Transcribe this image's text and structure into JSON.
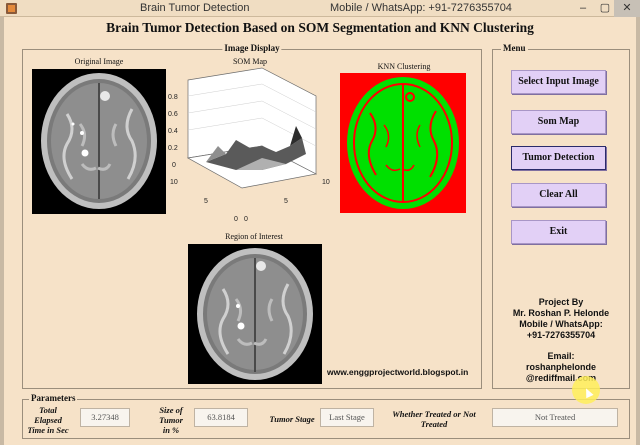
{
  "window": {
    "title": "Brain Tumor Detection",
    "caption": "Mobile / WhatsApp: +91-7276355704",
    "controls": {
      "minimize": "–",
      "maximize": "▢",
      "close": "✕"
    }
  },
  "header": {
    "title": "Brain Tumor Detection Based on SOM  Segmentation and KNN Clustering"
  },
  "display_panel": {
    "title": "Image Display",
    "original_caption": "Original Image",
    "som_caption": "SOM Map",
    "knn_caption": "KNN Clustering",
    "roi_caption": "Region of Interest",
    "website": "www.enggprojectworld.blogspot.in"
  },
  "som_plot": {
    "z_ticks": [
      "0.8",
      "0.6",
      "0.4",
      "0.2",
      "0"
    ],
    "left_ticks": [
      "10",
      "5",
      "0"
    ],
    "right_ticks": [
      "0",
      "5",
      "10"
    ]
  },
  "menu": {
    "title": "Menu",
    "buttons": [
      {
        "label": "Select Input Image"
      },
      {
        "label": "Som Map"
      },
      {
        "label": "Tumor Detection"
      },
      {
        "label": "Clear All"
      },
      {
        "label": "Exit"
      }
    ],
    "credits": {
      "line1": "Project By",
      "line2": "Mr. Roshan P. Helonde",
      "line3": "Mobile / WhatsApp:",
      "line4": "+91-7276355704",
      "line5": "Email:",
      "line6": "roshanphelonde",
      "line7": "@rediffmail.com"
    }
  },
  "parameters": {
    "title": "Parameters",
    "elapsed_label_1": "Total",
    "elapsed_label_2": "Elapsed",
    "elapsed_label_3": "Time in Sec",
    "elapsed_value": "3.27348",
    "size_label_1": "Size of",
    "size_label_2": "Tumor",
    "size_label_3": "in  %",
    "size_value": "63.8184",
    "stage_label": "Tumor Stage",
    "stage_value": "Last Stage",
    "treated_label_1": "Whether Treated or Not",
    "treated_label_2": "Treated",
    "treated_value": "Not Treated"
  },
  "colors": {
    "background": "#f6e2c8",
    "button": "#e2d0f6",
    "knn_bg": "#ff0000",
    "knn_fg": "#00e000"
  }
}
